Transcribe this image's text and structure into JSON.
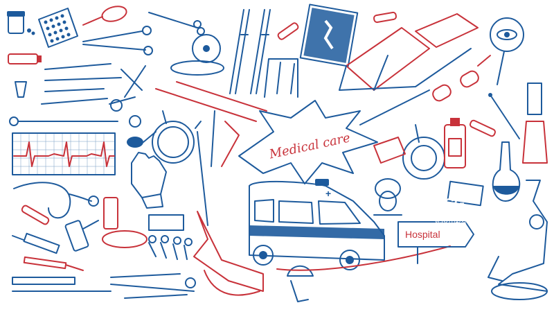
{
  "illustration": {
    "callout_text": "Medical care",
    "sign_text": "Hospital",
    "ambulance_emblem": "+",
    "colors": {
      "primary": "#1d5a9c",
      "accent": "#c8323a",
      "background": "#ffffff"
    }
  },
  "watermark": {
    "brand": "VCG",
    "url": "www.vcg.com",
    "image_id": "VCG211142324973"
  },
  "icons": [
    "medicine-jar-icon",
    "pill-blister-icon",
    "rubber-bulb-syringe-icon",
    "surgical-scissors-icon",
    "head-mirror-icon",
    "crutches-icon",
    "xray-film-icon",
    "ampoule-icon",
    "stretcher-icon",
    "magnifier-eye-icon",
    "ointment-tube-icon",
    "scalpel-icon",
    "walker-icon",
    "glasses-icon",
    "funnel-icon",
    "dental-mirror-icon",
    "thermometer-icon",
    "test-tube-icon",
    "ecg-chart-icon",
    "iv-drip-icon",
    "flask-icon",
    "gloves-icon",
    "stethoscope-icon",
    "bandage-roll-icon",
    "dentist-chair-icon",
    "ambulance-icon",
    "doctor-head-icon",
    "microscope-icon",
    "syringe-icon",
    "dental-pliers-icon",
    "teeth-model-icon",
    "nurse-cap-icon"
  ]
}
